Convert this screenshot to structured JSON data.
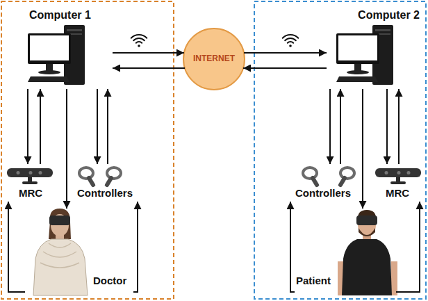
{
  "diagram": {
    "nodes": [
      {
        "text": [
          "Computer 1"
        ]
      },
      {
        "text": [
          "MRC"
        ]
      },
      {
        "text": [
          "Controllers"
        ]
      },
      {
        "text": [
          "Doctor"
        ]
      },
      {
        "text": [
          "INTERNET"
        ]
      },
      {
        "text": [
          "Computer 2"
        ]
      },
      {
        "text": [
          "Controllers"
        ]
      },
      {
        "text": [
          "MRC"
        ]
      },
      {
        "text": [
          "Patient"
        ]
      }
    ],
    "edges": [
      {
        "from": 0,
        "to": 1,
        "arrow": "to"
      },
      {
        "from": 1,
        "to": 0,
        "arrow": "to"
      },
      {
        "from": 0,
        "to": 3,
        "arrow": "to"
      },
      {
        "from": 0,
        "to": 2,
        "arrow": "to"
      },
      {
        "from": 2,
        "to": 0,
        "arrow": "to"
      },
      {
        "from": 3,
        "to": 1,
        "arrow": "to"
      },
      {
        "from": 3,
        "to": 2,
        "arrow": "to"
      },
      {
        "from": 0,
        "to": 4,
        "arrow": "to"
      },
      {
        "from": 4,
        "to": 0,
        "arrow": "to"
      },
      {
        "from": 4,
        "to": 5,
        "arrow": "to"
      },
      {
        "from": 5,
        "to": 4,
        "arrow": "to"
      },
      {
        "from": 5,
        "to": 6,
        "arrow": "to"
      },
      {
        "from": 6,
        "to": 5,
        "arrow": "to"
      },
      {
        "from": 5,
        "to": 8,
        "arrow": "to"
      },
      {
        "from": 5,
        "to": 7,
        "arrow": "to"
      },
      {
        "from": 7,
        "to": 5,
        "arrow": "to"
      },
      {
        "from": 8,
        "to": 6,
        "arrow": "to"
      },
      {
        "from": 8,
        "to": 7,
        "arrow": "to"
      }
    ]
  }
}
